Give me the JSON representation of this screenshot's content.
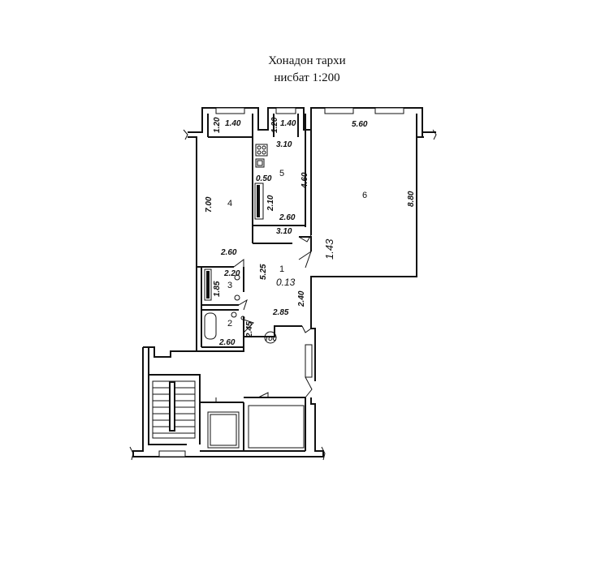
{
  "title": {
    "line1": "Хонадон тархи",
    "line2": "нисбат 1:200"
  },
  "rooms": {
    "r1": "1",
    "r2": "2",
    "r3": "3",
    "r4": "4",
    "r5": "5",
    "r6": "6"
  },
  "areas": {
    "hall": "0.13",
    "corridor": "1.43"
  },
  "dimensions": {
    "d_1_20_left": "1.20",
    "d_1_40_left": "1.40",
    "d_1_20_mid": "1.20",
    "d_1_40_mid": "1.40",
    "d_5_60": "5.60",
    "d_8_80": "8.80",
    "d_7_00": "7.00",
    "d_3_10_top": "3.10",
    "d_4_60": "4.60",
    "d_0_50": "0.50",
    "d_2_10": "2.10",
    "d_2_60_kitchen": "2.60",
    "d_3_10_bottom": "3.10",
    "d_2_60_room4": "2.60",
    "d_2_20": "2.20",
    "d_5_25": "5.25",
    "d_1_85": "1.85",
    "d_2_40": "2.40",
    "d_2_85": "2.85",
    "d_2_45": "2.45",
    "d_2_60_bath": "2.60"
  },
  "marks": {
    "riser": "ТОС"
  }
}
